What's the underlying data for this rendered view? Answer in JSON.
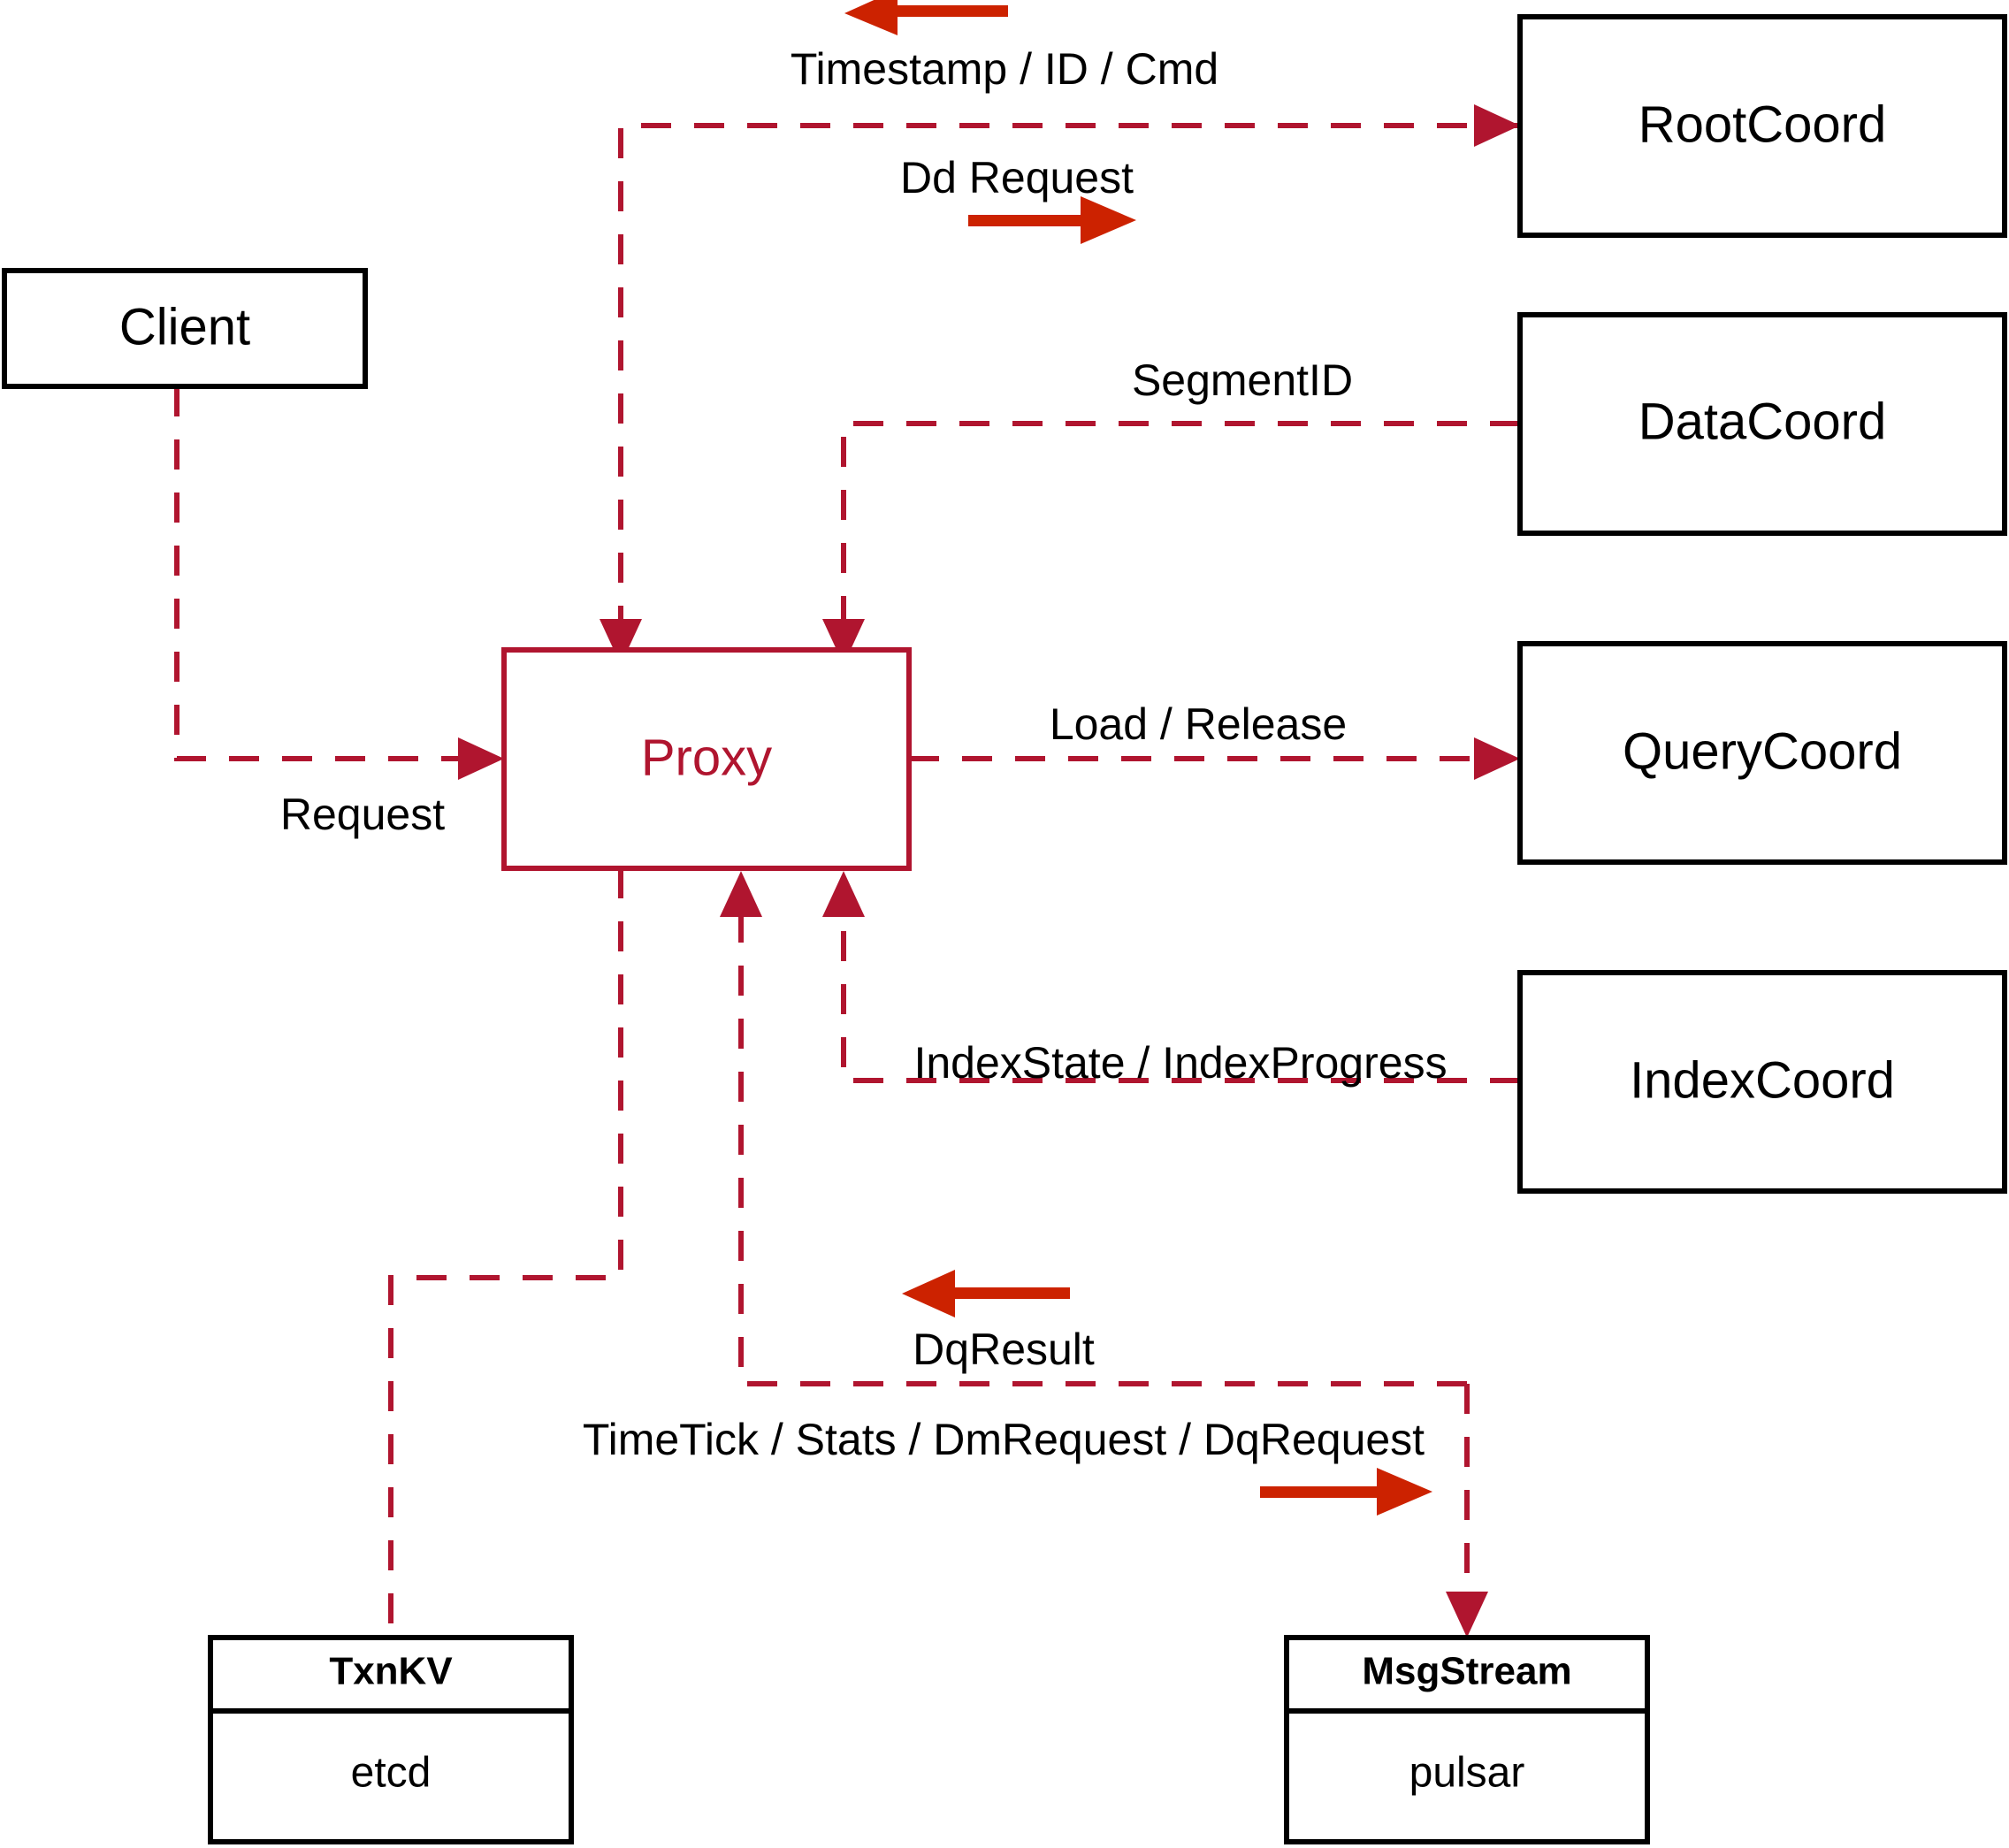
{
  "diagram": {
    "title": "Proxy component interaction diagram",
    "colors": {
      "accent": "#b0152f",
      "arrow_marker": "#cc2200",
      "node_stroke": "#000000",
      "background": "#ffffff"
    },
    "nodes": {
      "client": {
        "label": "Client"
      },
      "proxy": {
        "label": "Proxy"
      },
      "root_coord": {
        "label": "RootCoord"
      },
      "data_coord": {
        "label": "DataCoord"
      },
      "query_coord": {
        "label": "QueryCoord"
      },
      "index_coord": {
        "label": "IndexCoord"
      },
      "txnkv": {
        "label": "TxnKV",
        "impl": "etcd"
      },
      "msgstream": {
        "label": "MsgStream",
        "impl": "pulsar"
      }
    },
    "edges": [
      {
        "id": "timestamp-id-cmd",
        "label": "Timestamp / ID / Cmd",
        "from": "root_coord",
        "to": "proxy",
        "direction": "left"
      },
      {
        "id": "dd-request",
        "label": "Dd Request",
        "from": "proxy",
        "to": "root_coord",
        "direction": "right"
      },
      {
        "id": "segment-id",
        "label": "SegmentID",
        "from": "data_coord",
        "to": "proxy",
        "direction": "left"
      },
      {
        "id": "request",
        "label": "Request",
        "from": "client",
        "to": "proxy",
        "direction": "right"
      },
      {
        "id": "load-release",
        "label": "Load / Release",
        "from": "proxy",
        "to": "query_coord",
        "direction": "right"
      },
      {
        "id": "index-state-progress",
        "label": "IndexState / IndexProgress",
        "from": "index_coord",
        "to": "proxy",
        "direction": "left"
      },
      {
        "id": "dq-result",
        "label": "DqResult",
        "from": "msgstream",
        "to": "proxy",
        "direction": "left"
      },
      {
        "id": "timetick-stats-dm-dq",
        "label": "TimeTick / Stats / DmRequest / DqRequest",
        "from": "proxy",
        "to": "msgstream",
        "direction": "right"
      },
      {
        "id": "proxy-txnkv",
        "label": "",
        "from": "proxy",
        "to": "txnkv",
        "direction": "down"
      }
    ]
  }
}
